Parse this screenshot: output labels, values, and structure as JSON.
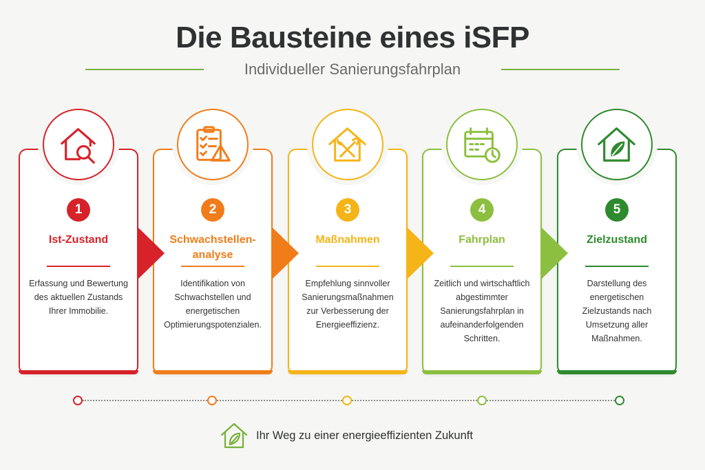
{
  "title": "Die Bausteine eines iSFP",
  "subtitle": "Individueller Sanierungsfahrplan",
  "accent_color": "#76b13a",
  "steps": [
    {
      "number": "1",
      "title": "Ist-Zustand",
      "description": "Erfassung und Bewertung des aktuellen Zustands Ihrer Immobilie.",
      "color": "#d7222a",
      "icon": "house-search-icon"
    },
    {
      "number": "2",
      "title": "Schwachstellen-analyse",
      "description": "Identifikation von Schwachstellen und energetischen Optimierungspotenzialen.",
      "color": "#f07d1a",
      "icon": "clipboard-warning-icon"
    },
    {
      "number": "3",
      "title": "Maßnahmen",
      "description": "Empfehlung sinnvoller Sanierungsmaßnahmen zur Verbesserung der Energieeffizienz.",
      "color": "#f5b417",
      "icon": "house-tools-icon"
    },
    {
      "number": "4",
      "title": "Fahrplan",
      "description": "Zeitlich und wirtschaftlich abgestimmter Sanierungsfahrplan in aufeinanderfolgenden Schritten.",
      "color": "#8cbf3f",
      "icon": "calendar-clock-icon"
    },
    {
      "number": "5",
      "title": "Zielzustand",
      "description": "Darstellung des energetischen Zielzustands nach Umsetzung aller Maßnahmen.",
      "color": "#2e8a2e",
      "icon": "house-leaf-icon"
    }
  ],
  "footer": {
    "text": "Ihr Weg zu einer energieeffizienten Zukunft",
    "icon": "house-leaf-icon",
    "color": "#76b13a"
  }
}
